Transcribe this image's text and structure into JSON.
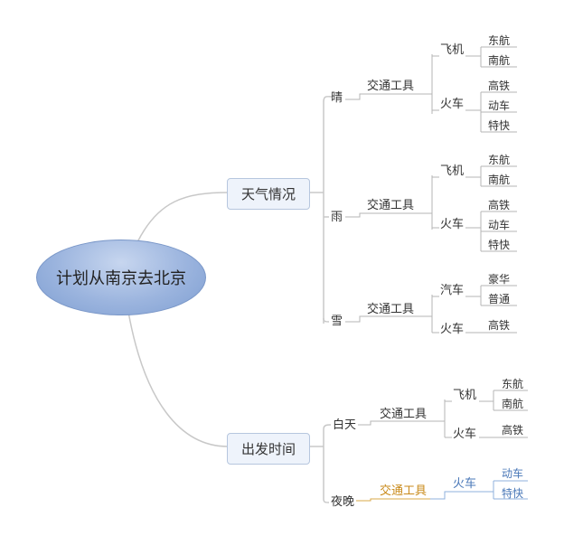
{
  "root": "计划从南京去北京",
  "weather": {
    "label": "天气情况",
    "sunny": {
      "label": "晴",
      "transport": "交通工具",
      "plane": {
        "label": "飞机",
        "leaves": [
          "东航",
          "南航"
        ]
      },
      "train": {
        "label": "火车",
        "leaves": [
          "高铁",
          "动车",
          "特快"
        ]
      }
    },
    "rainy": {
      "label": "雨",
      "transport": "交通工具",
      "plane": {
        "label": "飞机",
        "leaves": [
          "东航",
          "南航"
        ]
      },
      "train": {
        "label": "火车",
        "leaves": [
          "高铁",
          "动车",
          "特快"
        ]
      }
    },
    "snowy": {
      "label": "雪",
      "transport": "交通工具",
      "car": {
        "label": "汽车",
        "leaves": [
          "豪华",
          "普通"
        ]
      },
      "train": {
        "label": "火车",
        "leaves": [
          "高铁"
        ]
      }
    }
  },
  "time": {
    "label": "出发时间",
    "day": {
      "label": "白天",
      "transport": "交通工具",
      "plane": {
        "label": "飞机",
        "leaves": [
          "东航",
          "南航"
        ]
      },
      "train": {
        "label": "火车",
        "leaves": [
          "高铁"
        ]
      }
    },
    "night": {
      "label": "夜晚",
      "transport": "交通工具",
      "train": {
        "label": "火车",
        "leaves": [
          "动车",
          "特快"
        ]
      }
    }
  },
  "colors": {
    "line": "#c8c8c8",
    "leaf_line": "#b5b5b5",
    "root_fill": "#9bb4de",
    "box_fill": "#eef3fb",
    "accent_blue": "#4a78b8",
    "accent_orange": "#c98a1a"
  }
}
